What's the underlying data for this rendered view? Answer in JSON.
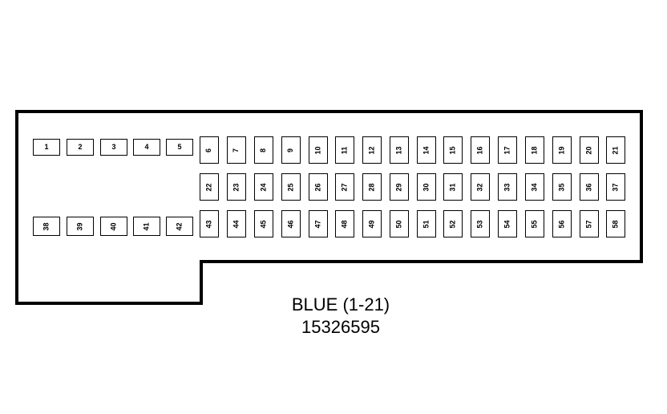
{
  "diagram": {
    "type": "connector-cavity-layout",
    "labels": {
      "color": "BLUE (1-21)",
      "part_number": "15326595"
    },
    "rows": [
      [
        "1",
        "2",
        "3",
        "4",
        "5",
        "6",
        "7",
        "8",
        "9",
        "10",
        "11",
        "12",
        "13",
        "14",
        "15",
        "16",
        "17",
        "18",
        "19",
        "20",
        "21"
      ],
      [
        "22",
        "23",
        "24",
        "25",
        "26",
        "27",
        "28",
        "29",
        "30",
        "31",
        "32",
        "33",
        "34",
        "35",
        "36",
        "37"
      ],
      [
        "38",
        "39",
        "40",
        "41",
        "42",
        "43",
        "44",
        "45",
        "46",
        "47",
        "48",
        "49",
        "50",
        "51",
        "52",
        "53",
        "54",
        "55",
        "56",
        "57",
        "58"
      ]
    ]
  }
}
